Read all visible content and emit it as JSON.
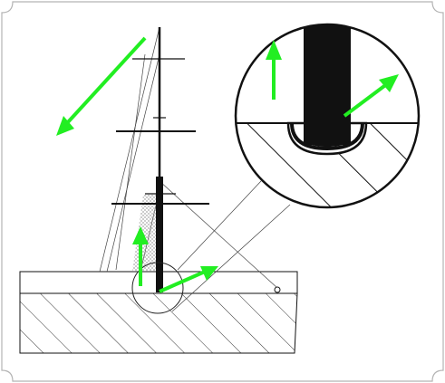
{
  "figure": {
    "description_text": "",
    "colors": {
      "frame": "#b4b4b4",
      "line": "#111111",
      "thin_line": "#444444",
      "arrow": "#22ee22",
      "background": "#ffffff"
    },
    "arrows": [
      {
        "name": "arrow-down-left-large",
        "direction": "down-left"
      },
      {
        "name": "arrow-up-mast-base",
        "direction": "up"
      },
      {
        "name": "arrow-up-right-mast-base",
        "direction": "up-right"
      },
      {
        "name": "arrow-up-detail",
        "direction": "up"
      },
      {
        "name": "arrow-up-right-detail",
        "direction": "up-right"
      }
    ],
    "callout": {
      "shape": "circle",
      "shows": "mast-step-detail"
    },
    "icons": [
      "corner-notch-icon"
    ]
  }
}
